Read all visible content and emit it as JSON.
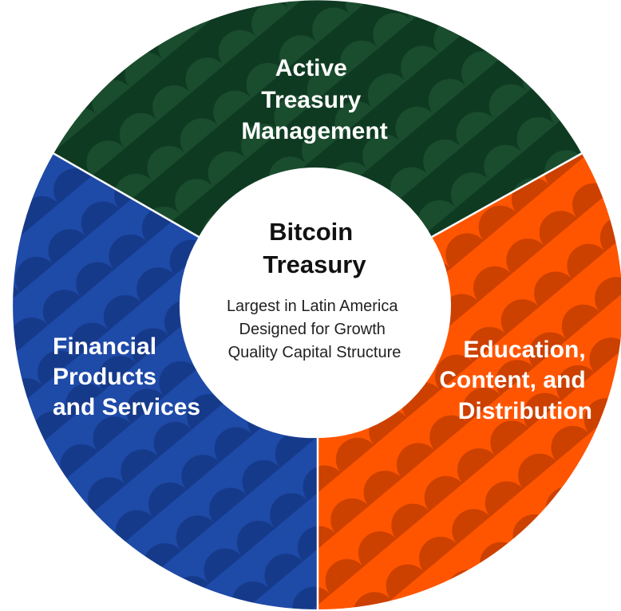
{
  "segments": [
    {
      "id": "active-treasury",
      "lines": [
        "Active",
        "Treasury",
        "Management"
      ],
      "color": "#0f3a22",
      "pattern_color": "#1a4d2e"
    },
    {
      "id": "education",
      "lines": [
        "Education,",
        "Content, and",
        "Distribution"
      ],
      "color": "#ff5500",
      "pattern_color": "#cc4000"
    },
    {
      "id": "financial-products",
      "lines": [
        "Financial",
        "Products",
        "and Services"
      ],
      "color": "#1e4aa8",
      "pattern_color": "#163a8a"
    }
  ],
  "center": {
    "title_lines": [
      "Bitcoin",
      "Treasury"
    ],
    "subtitle_lines": [
      "Largest in Latin America",
      "Designed for Growth",
      "Quality Capital Structure"
    ]
  }
}
